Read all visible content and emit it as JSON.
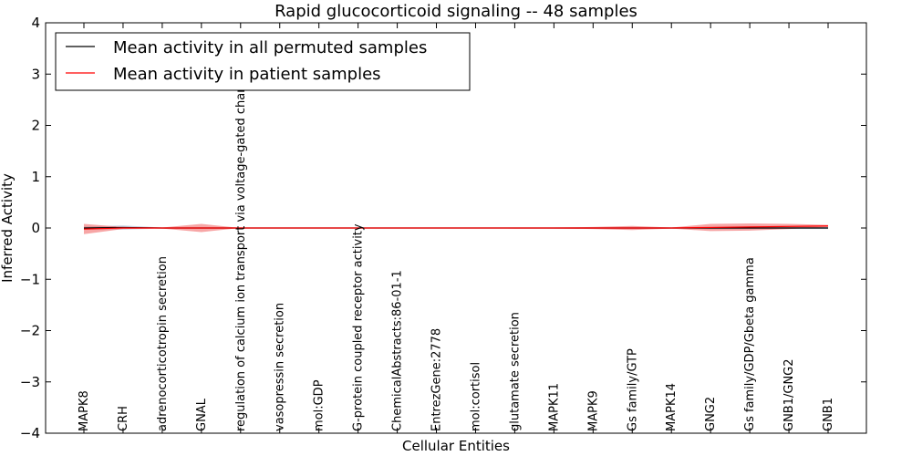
{
  "chart_data": {
    "type": "line",
    "title": "Rapid glucocorticoid signaling -- 48 samples",
    "xlabel": "Cellular Entities",
    "ylabel": "Inferred Activity",
    "ylim": [
      -4,
      4
    ],
    "yticks": [
      -4,
      -3,
      -2,
      -1,
      0,
      1,
      2,
      3,
      4
    ],
    "grid": false,
    "legend_position": "upper-left",
    "categories": [
      "MAPK8",
      "CRH",
      "adrenocorticotropin secretion",
      "GNAL",
      "regulation of calcium ion transport via voltage-gated channel",
      "vasopressin secretion",
      "mol:GDP",
      "G-protein coupled receptor activity",
      "ChemicalAbstracts:86-01-1",
      "EntrezGene:2778",
      "mol:cortisol",
      "glutamate secretion",
      "MAPK11",
      "MAPK9",
      "Gs family/GTP",
      "MAPK14",
      "GNG2",
      "Gs family/GDP/Gbeta gamma",
      "GNB1/GNG2",
      "GNB1"
    ],
    "series": [
      {
        "name": "Mean activity in all permuted samples",
        "color": "#000000",
        "values": [
          0.0,
          0.01,
          0.0,
          0.0,
          0.0,
          0.0,
          0.0,
          0.0,
          0.0,
          0.0,
          0.0,
          0.0,
          0.0,
          0.0,
          0.0,
          0.0,
          0.0,
          0.0,
          0.0,
          0.0
        ],
        "band": [
          0.03,
          0.04,
          0.01,
          0.01,
          0.0,
          0.0,
          0.0,
          0.0,
          0.0,
          0.0,
          0.0,
          0.0,
          0.01,
          0.01,
          0.02,
          0.01,
          0.02,
          0.02,
          0.02,
          0.02
        ]
      },
      {
        "name": "Mean activity in patient samples",
        "color": "#ff0000",
        "values": [
          -0.02,
          0.0,
          0.0,
          0.0,
          0.0,
          0.0,
          0.0,
          0.0,
          0.0,
          0.0,
          0.0,
          0.0,
          0.0,
          0.0,
          0.0,
          0.0,
          0.01,
          0.02,
          0.03,
          0.04
        ],
        "band": [
          0.1,
          0.02,
          0.01,
          0.08,
          0.0,
          0.0,
          0.0,
          0.0,
          0.0,
          0.0,
          0.0,
          0.01,
          0.01,
          0.02,
          0.04,
          0.01,
          0.07,
          0.07,
          0.05,
          0.02
        ]
      }
    ]
  }
}
